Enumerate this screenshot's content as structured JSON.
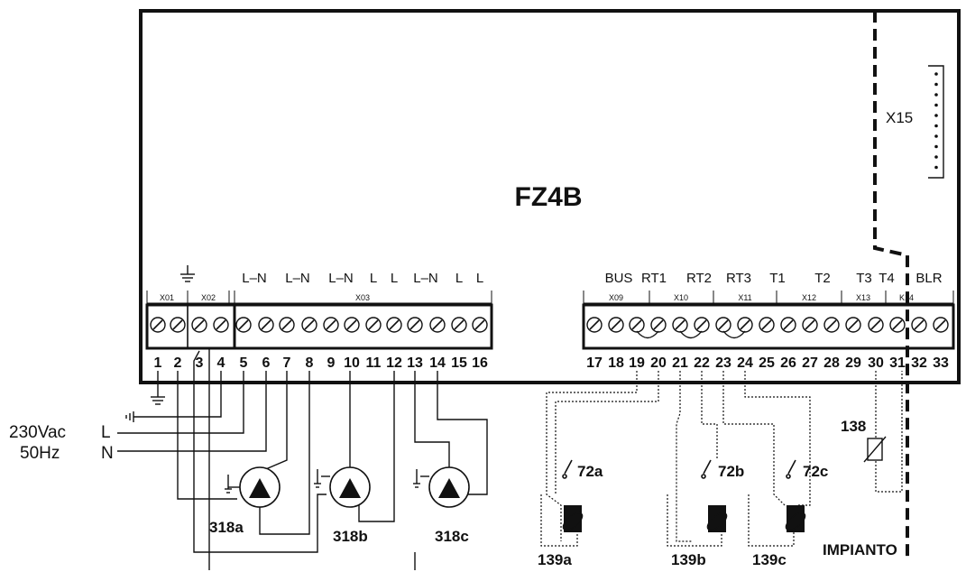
{
  "board": {
    "title": "FZ4B",
    "connector_x15": "X15",
    "impianto_label": "IMPIANTO"
  },
  "power": {
    "voltage": "230Vac",
    "frequency": "50Hz",
    "line": "L",
    "neutral": "N"
  },
  "terminal_blocks_left": [
    "X01",
    "X02",
    "X03"
  ],
  "terminal_blocks_right": [
    "X09",
    "X10",
    "X11",
    "X12",
    "X13",
    "K14"
  ],
  "function_labels_left": [
    "L–N",
    "L–N",
    "L–N",
    "L",
    "L",
    "L–N",
    "L",
    "L"
  ],
  "function_labels_right": [
    "BUS",
    "RT1",
    "RT2",
    "RT3",
    "T1",
    "T2",
    "T3",
    "T4",
    "BLR"
  ],
  "terminal_numbers": [
    "1",
    "2",
    "3",
    "4",
    "5",
    "6",
    "7",
    "8",
    "9",
    "10",
    "11",
    "12",
    "13",
    "14",
    "15",
    "16",
    "17",
    "18",
    "19",
    "20",
    "21",
    "22",
    "23",
    "24",
    "25",
    "26",
    "27",
    "28",
    "29",
    "30",
    "31",
    "32",
    "33"
  ],
  "components": {
    "pumps": [
      "318a",
      "318b",
      "318c"
    ],
    "thermostats": [
      "72a",
      "72b",
      "72c"
    ],
    "valves": [
      "139a",
      "139b",
      "139c"
    ],
    "sensor": "138"
  }
}
